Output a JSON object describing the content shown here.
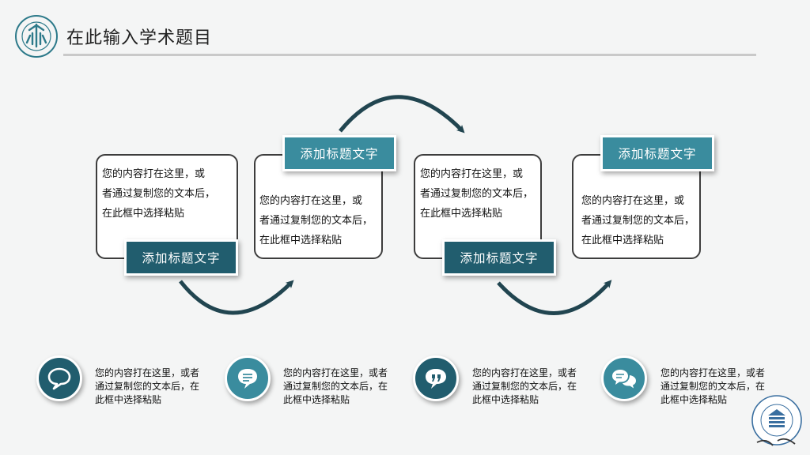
{
  "header": {
    "title": "在此输入学术题目"
  },
  "colors": {
    "dark_teal": "#215d6e",
    "light_teal": "#3a8c9e",
    "border": "#3d3d3d"
  },
  "flow": {
    "steps": [
      {
        "tag": "添加标题文字",
        "line1": "您的内容打在这里，或",
        "line2": "者通过复制您的文本后，",
        "line3": "在此框中选择粘贴"
      },
      {
        "tag": "添加标题文字",
        "line1": "您的内容打在这里，或",
        "line2": "者通过复制您的文本后，",
        "line3": "在此框中选择粘贴"
      },
      {
        "tag": "添加标题文字",
        "line1": "您的内容打在这里，或",
        "line2": "者通过复制您的文本后，",
        "line3": "在此框中选择粘贴"
      },
      {
        "tag": "添加标题文字",
        "line1": "您的内容打在这里，或",
        "line2": "者通过复制您的文本后，",
        "line3": "在此框中选择粘贴"
      }
    ]
  },
  "features": [
    {
      "icon": "speech-bubble-icon",
      "line1": "您的内容打在这里，或者",
      "line2": "通过复制您的文本后，在",
      "line3": "此框中选择粘贴"
    },
    {
      "icon": "message-lines-icon",
      "line1": "您的内容打在这里，或者",
      "line2": "通过复制您的文本后，在",
      "line3": "此框中选择粘贴"
    },
    {
      "icon": "quote-bubble-icon",
      "line1": "您的内容打在这里，或者",
      "line2": "通过复制您的文本后，在",
      "line3": "此框中选择粘贴"
    },
    {
      "icon": "chat-bubbles-icon",
      "line1": "您的内容打在这里，或者",
      "line2": "通过复制您的文本后，在",
      "line3": "此框中选择粘贴"
    }
  ]
}
